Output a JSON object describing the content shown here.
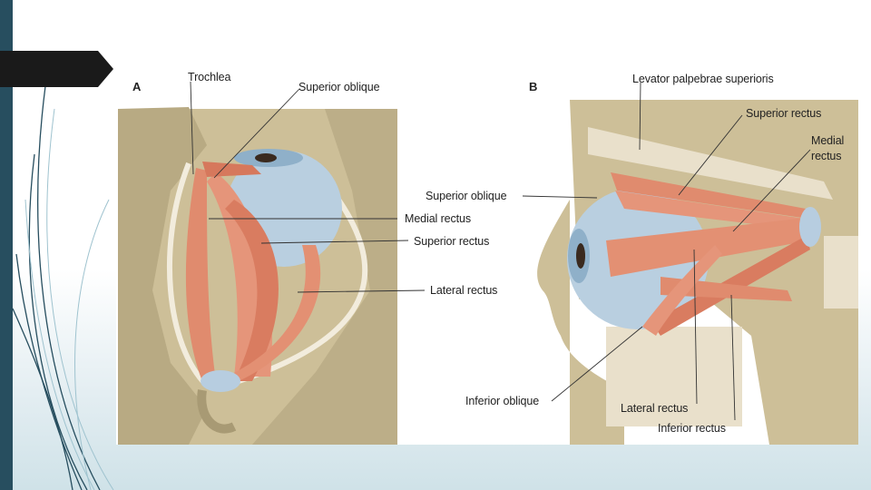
{
  "panels": {
    "a": {
      "letter": "A",
      "labels": {
        "trochlea": "Trochlea",
        "superior_oblique": "Superior oblique",
        "medial_rectus": "Medial rectus",
        "superior_rectus": "Superior rectus",
        "lateral_rectus": "Lateral rectus"
      }
    },
    "b": {
      "letter": "B",
      "labels": {
        "levator": "Levator palpebrae superioris",
        "superior_rectus": "Superior rectus",
        "medial_rectus_1": "Medial",
        "medial_rectus_2": "rectus",
        "superior_oblique": "Superior oblique",
        "inferior_oblique": "Inferior oblique",
        "lateral_rectus": "Lateral rectus",
        "inferior_rectus": "Inferior rectus"
      }
    }
  },
  "colors": {
    "side_bar": "#274e5f",
    "bone": "#c9bb96",
    "muscle": "#e0876a",
    "eye": "#b9cfe0"
  }
}
